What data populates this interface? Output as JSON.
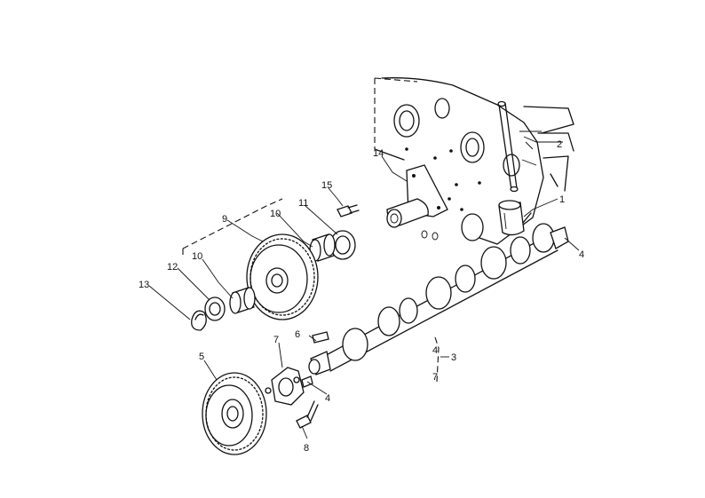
{
  "callouts": [
    {
      "id": "c1",
      "text": "1"
    },
    {
      "id": "c2",
      "text": "2"
    },
    {
      "id": "c3",
      "text": "3"
    },
    {
      "id": "c4a",
      "text": "4"
    },
    {
      "id": "c4b",
      "text": "4"
    },
    {
      "id": "c4c",
      "text": "4"
    },
    {
      "id": "c5",
      "text": "5"
    },
    {
      "id": "c6",
      "text": "6"
    },
    {
      "id": "c7a",
      "text": "7"
    },
    {
      "id": "c7b",
      "text": "7"
    },
    {
      "id": "c8",
      "text": "8"
    },
    {
      "id": "c9",
      "text": "9"
    },
    {
      "id": "c10a",
      "text": "10"
    },
    {
      "id": "c10b",
      "text": "10"
    },
    {
      "id": "c11",
      "text": "11"
    },
    {
      "id": "c12",
      "text": "12"
    },
    {
      "id": "c13",
      "text": "13"
    },
    {
      "id": "c14",
      "text": "14"
    },
    {
      "id": "c15",
      "text": "15"
    }
  ]
}
